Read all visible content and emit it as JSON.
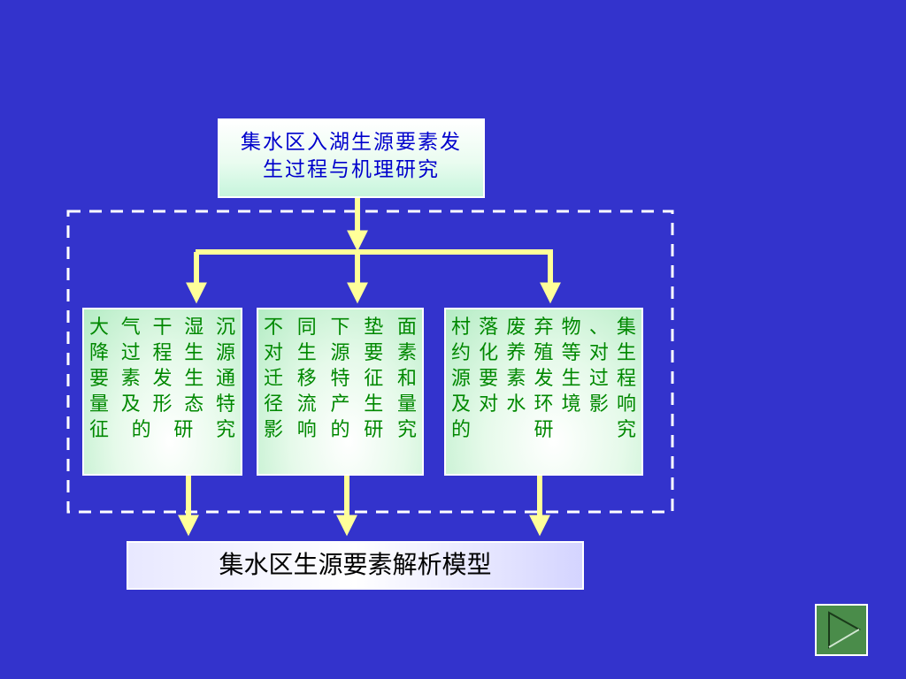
{
  "diagram": {
    "top_box": {
      "lines": [
        "集水区入湖生源要素发",
        "生过程与机理研究"
      ]
    },
    "middle_boxes": [
      {
        "lines": [
          "大气干湿沉",
          "降过程生源",
          "要素发生通",
          "量及形态特",
          "征的研究"
        ]
      },
      {
        "lines": [
          "不同下垫面",
          "对生源要素",
          "迁移特征和",
          "径流产生量",
          "影响的研究"
        ]
      },
      {
        "lines": [
          "村落废弃物、集",
          "约化养殖等对生",
          "源要素发生过程",
          "及对水环境影响",
          "的研究"
        ]
      }
    ],
    "bottom_box": {
      "text": "集水区生源要素解析模型"
    }
  },
  "colors": {
    "background": "#3333cc",
    "arrow": "#ffff99",
    "dashed_border": "#ffffff",
    "top_text": "#0000cc",
    "middle_text": "#008800",
    "nav_button": "#4a8c4a"
  },
  "icons": {
    "nav": "play-triangle-icon"
  }
}
